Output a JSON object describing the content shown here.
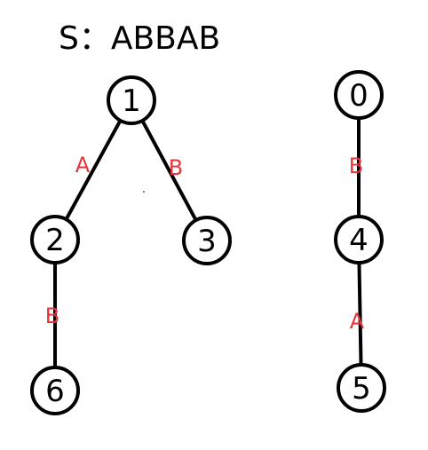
{
  "title": "S：ABBAB",
  "colors": {
    "edge_label": "#e8333a",
    "stroke": "#000000",
    "background": "#ffffff"
  },
  "nodes": [
    {
      "id": "1",
      "label": "1"
    },
    {
      "id": "2",
      "label": "2"
    },
    {
      "id": "3",
      "label": "3"
    },
    {
      "id": "6",
      "label": "6"
    },
    {
      "id": "0",
      "label": "0"
    },
    {
      "id": "4",
      "label": "4"
    },
    {
      "id": "5",
      "label": "5"
    }
  ],
  "edges": [
    {
      "from": "1",
      "to": "2",
      "label": "A"
    },
    {
      "from": "1",
      "to": "3",
      "label": "B"
    },
    {
      "from": "2",
      "to": "6",
      "label": "B"
    },
    {
      "from": "0",
      "to": "4",
      "label": "B"
    },
    {
      "from": "4",
      "to": "5",
      "label": "A"
    }
  ]
}
